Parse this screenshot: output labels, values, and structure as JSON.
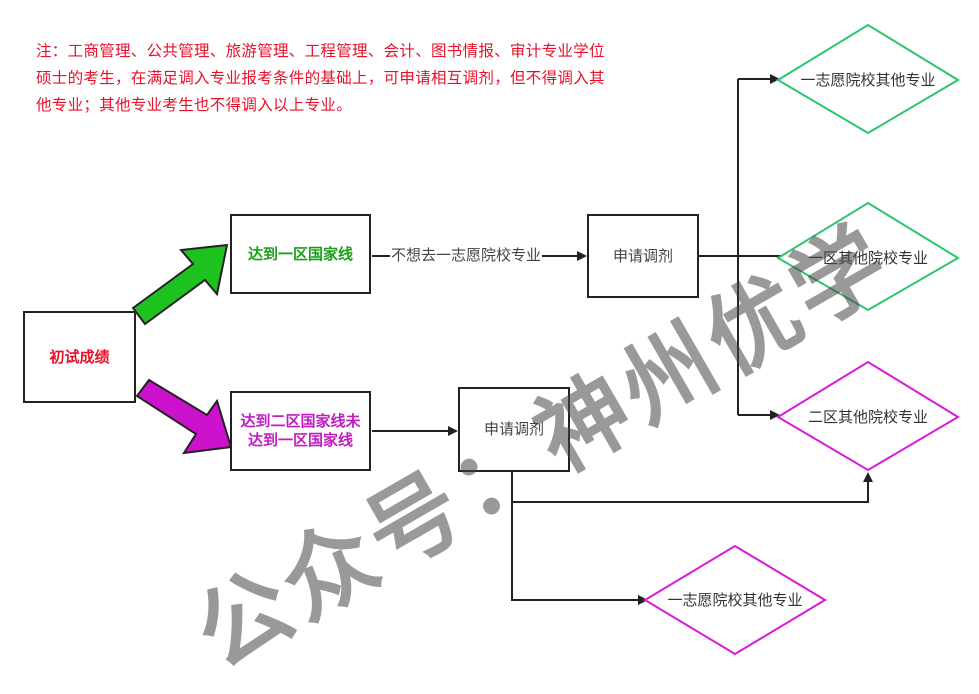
{
  "note": "注：工商管理、公共管理、旅游管理、工程管理、会计、图书情报、审计专业学位硕士的考生，在满足调入专业报考条件的基础上，可申请相互调剂，但不得调入其他专业；其他专业考生也不得调入以上专业。",
  "nodes": {
    "initial": "初试成绩",
    "zone1": "达到一区国家线",
    "zone2": "达到二区国家线未达到一区国家线",
    "apply1": "申请调剂",
    "apply2": "申请调剂"
  },
  "edge_label": "不想去一志愿院校专业",
  "decisions": {
    "d1": "一志愿院校其他专业",
    "d2": "一区其他院校专业",
    "d3": "二区其他院校专业",
    "d4": "一志愿院校其他专业"
  },
  "watermark": "公众号：神州优学",
  "colors": {
    "note_red": "#e8102a",
    "green": "#19a019",
    "magenta": "#c21bc2",
    "diamond_green": "#2ec46f",
    "diamond_magenta": "#d81ad8"
  }
}
